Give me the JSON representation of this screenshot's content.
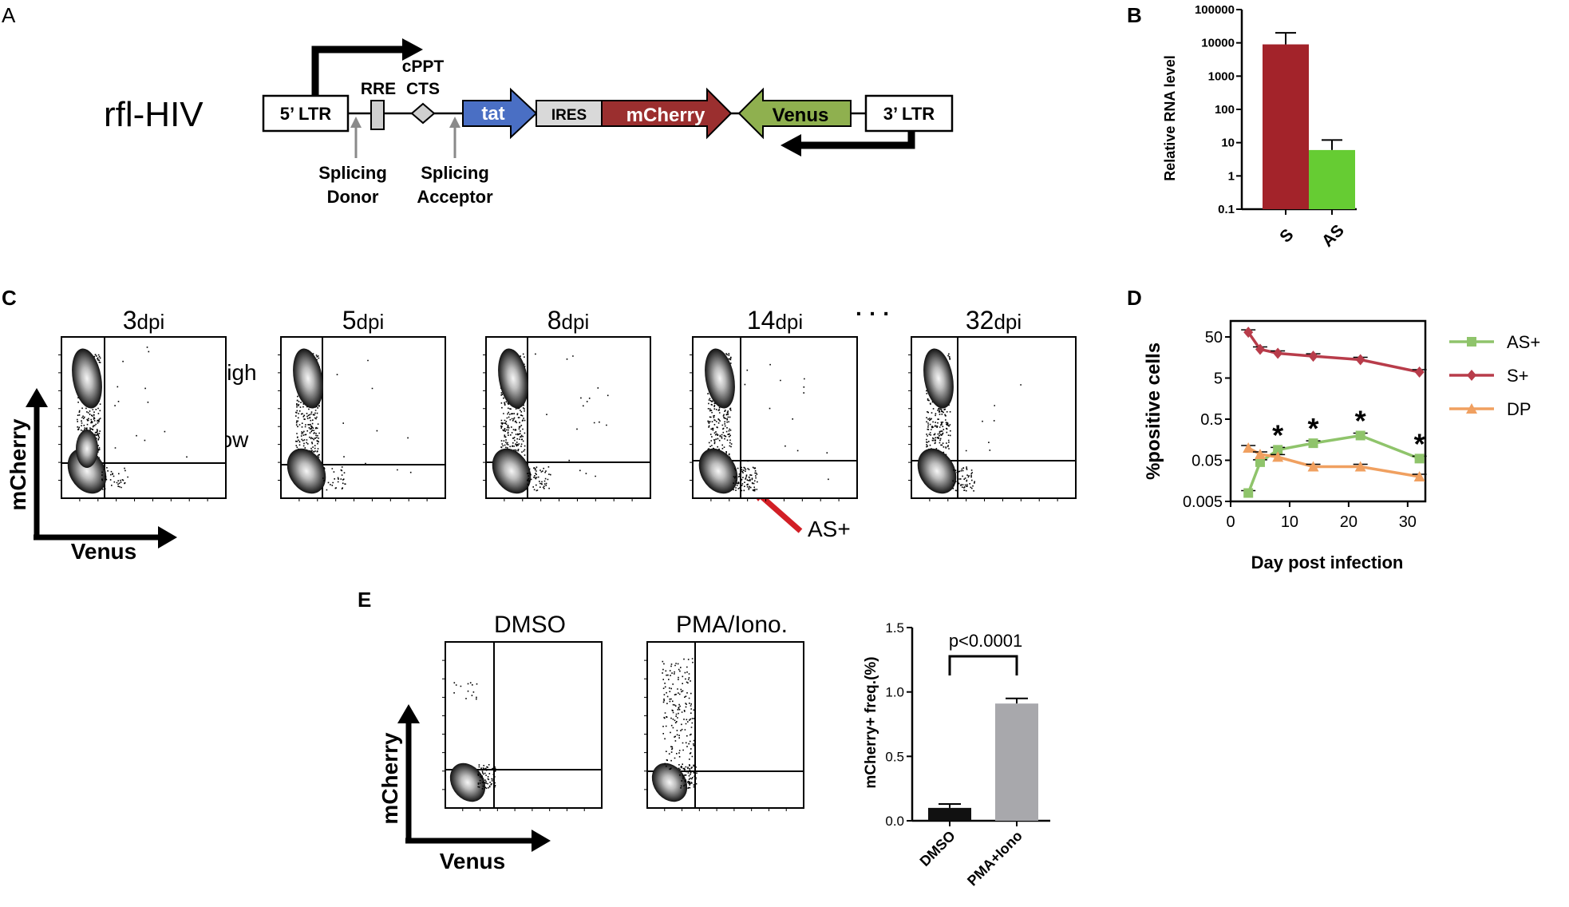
{
  "panel_letters": {
    "a": "A",
    "b": "B",
    "c": "C",
    "d": "D",
    "e": "E"
  },
  "panel_a": {
    "construct_name": "rfl-HIV",
    "ltr5": "5’ LTR",
    "ltr3": "3’ LTR",
    "rre": "RRE",
    "cppt_line1": "cPPT",
    "cppt_line2": "CTS",
    "tat": "tat",
    "ires": "IRES",
    "mcherry": "mCherry",
    "venus": "Venus",
    "donor_line1": "Splicing",
    "donor_line2": "Donor",
    "acceptor_line1": "Splicing",
    "acceptor_line2": "Acceptor",
    "colors": {
      "tat": "#4a6fc4",
      "ires": "#d9d9d9",
      "mcherry": "#9b2f2f",
      "venus": "#8fb04f"
    }
  },
  "panel_b": {
    "ylabel": "Relative RNA level",
    "yticks": [
      "100000",
      "10000",
      "1000",
      "100",
      "10",
      "1",
      "0.1"
    ],
    "chart_data": {
      "type": "bar",
      "log_scale": true,
      "ylim": [
        0.1,
        100000
      ],
      "categories": [
        "S",
        "AS"
      ],
      "values": [
        9000,
        6
      ],
      "error_upper": [
        20000,
        12
      ],
      "colors": [
        "#a3232a",
        "#66cc33"
      ]
    }
  },
  "panel_c": {
    "timepoints": [
      {
        "num": "3",
        "unit": "dpi"
      },
      {
        "num": "5",
        "unit": "dpi"
      },
      {
        "num": "8",
        "unit": "dpi"
      },
      {
        "num": "14",
        "unit": "dpi"
      },
      {
        "num": "32",
        "unit": "dpi"
      }
    ],
    "ellipsis": "·  ·  ·",
    "s_high": "S-High",
    "s_low": "S-Low",
    "as_plus": "AS+",
    "ylabel": "mCherry",
    "xlabel": "Venus"
  },
  "panel_d": {
    "ylabel": "%positive cells",
    "xlabel": "Day post infection",
    "yticks": [
      "50",
      "5",
      "0.5",
      "0.05",
      "0.005"
    ],
    "xticks": [
      "0",
      "10",
      "20",
      "30"
    ],
    "star": "*",
    "chart_data": {
      "type": "line",
      "log_scale": true,
      "xlim": [
        0,
        33
      ],
      "ylim": [
        0.005,
        50
      ],
      "series": [
        {
          "name": "AS+",
          "x": [
            3,
            5,
            8,
            14,
            22,
            32
          ],
          "values": [
            0.008,
            0.045,
            0.09,
            0.13,
            0.2,
            0.055
          ],
          "color": "#8fc46b"
        },
        {
          "name": "S+",
          "x": [
            3,
            5,
            8,
            14,
            22,
            32
          ],
          "values": [
            65,
            25,
            20,
            17,
            14,
            7
          ],
          "color": "#b83c4a"
        },
        {
          "name": "DP",
          "x": [
            3,
            5,
            8,
            14,
            22,
            32
          ],
          "values": [
            0.1,
            0.07,
            0.06,
            0.035,
            0.035,
            0.02
          ],
          "color": "#f0a060"
        }
      ],
      "significant_days": [
        8,
        14,
        22,
        32
      ]
    }
  },
  "panel_e": {
    "dmso_title": "DMSO",
    "pma_title": "PMA/Iono.",
    "ylabel_flow": "mCherry",
    "xlabel_flow": "Venus",
    "bar_ylabel": "mCherry+ freq.(%)",
    "yticks": [
      "1.5",
      "1.0",
      "0.5",
      "0.0"
    ],
    "pvalue": "p<0.0001",
    "chart_data": {
      "type": "bar",
      "ylim": [
        0,
        1.5
      ],
      "categories": [
        "DMSO",
        "PMA+Iono"
      ],
      "values": [
        0.1,
        0.91
      ],
      "error_upper": [
        0.13,
        0.95
      ],
      "colors": [
        "#111111",
        "#a8a8ac"
      ]
    }
  }
}
